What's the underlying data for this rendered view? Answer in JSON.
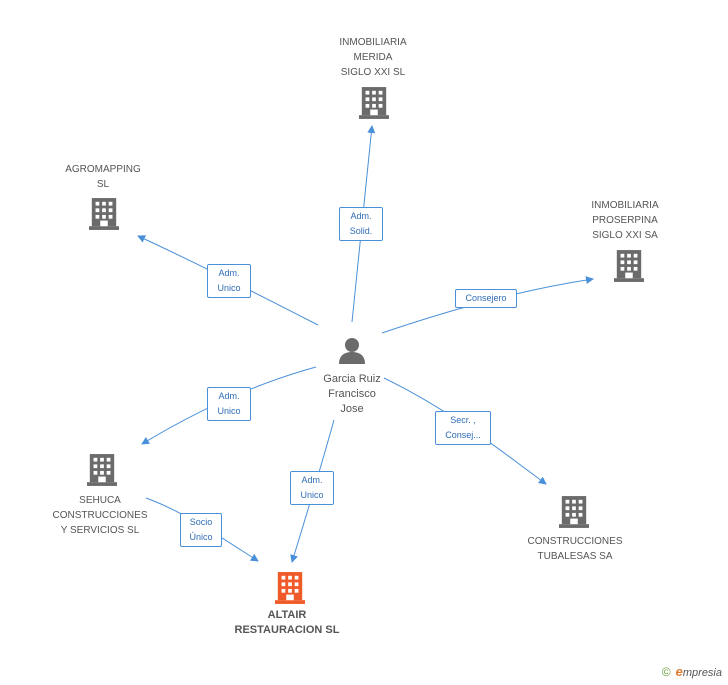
{
  "center": {
    "name": "Garcia Ruiz\nFrancisco\nJose"
  },
  "nodes": [
    {
      "id": "inmobiliaria-merida",
      "label": "INMOBILIARIA\nMERIDA\nSIGLO XXI  SL",
      "focus": false
    },
    {
      "id": "agromapping",
      "label": "AGROMAPPING\nSL",
      "focus": false
    },
    {
      "id": "inmobiliaria-proserpina",
      "label": "INMOBILIARIA\nPROSERPINA\nSIGLO XXI SA",
      "focus": false
    },
    {
      "id": "sehuca",
      "label": "SEHUCA\nCONSTRUCCIONES\nY SERVICIOS SL",
      "focus": false
    },
    {
      "id": "construcciones-tubalesas",
      "label": "CONSTRUCCIONES\nTUBALESAS SA",
      "focus": false
    },
    {
      "id": "altair",
      "label": "ALTAIR\nRESTAURACION SL",
      "focus": true
    }
  ],
  "edges": [
    {
      "from": "person",
      "to": "inmobiliaria-merida",
      "label": "Adm.\nSolid."
    },
    {
      "from": "person",
      "to": "agromapping",
      "label": "Adm.\nUnico"
    },
    {
      "from": "person",
      "to": "inmobiliaria-proserpina",
      "label": "Consejero"
    },
    {
      "from": "person",
      "to": "sehuca",
      "label": "Adm.\nUnico"
    },
    {
      "from": "person",
      "to": "construcciones-tubalesas",
      "label": "Secr. ,\nConsej..."
    },
    {
      "from": "person",
      "to": "altair",
      "label": "Adm.\nUnico"
    },
    {
      "from": "sehuca",
      "to": "altair",
      "label": "Socio\nÚnico"
    }
  ],
  "colors": {
    "edge": "#4a90d9",
    "building": "#6b6b6b",
    "focus_building": "#f05a28",
    "person": "#6b6b6b"
  },
  "footer": {
    "copyright": "©",
    "brand_first": "e",
    "brand_rest": "mpresia"
  }
}
